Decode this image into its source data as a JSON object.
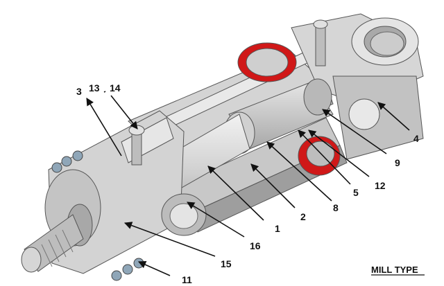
{
  "caption": "MILL TYPE",
  "labels": {
    "l1": "1",
    "l2": "2",
    "l3": "3",
    "l4": "4",
    "l5": "5",
    "l8": "8",
    "l9": "9",
    "l11": "11",
    "l12": "12",
    "l13": "13",
    "l14": "14",
    "l15": "15",
    "l16": "16"
  },
  "colors": {
    "background": "#ffffff",
    "metal_light": "#dcdcdc",
    "metal_mid": "#bdbdbd",
    "metal_dark": "#8e8e8e",
    "seal_red": "#d01818",
    "label": "#111111"
  }
}
